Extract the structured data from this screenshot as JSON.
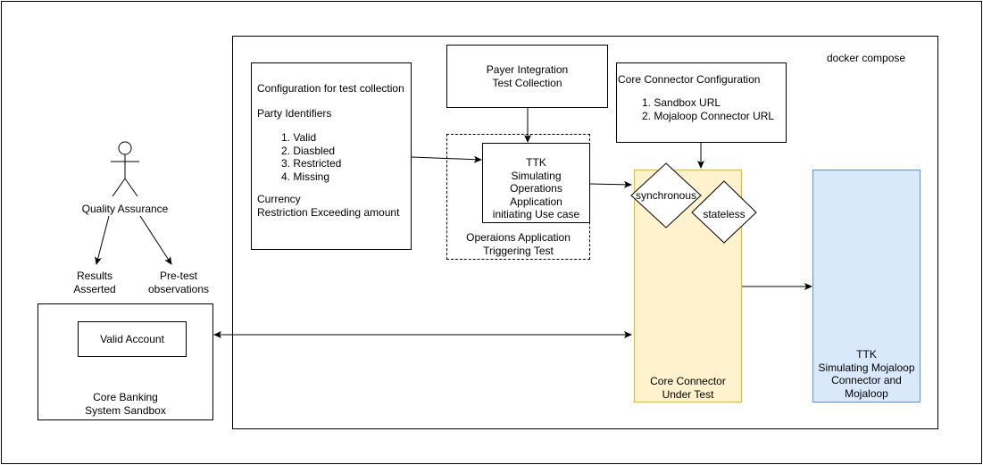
{
  "outer_frame": {
    "label": ""
  },
  "docker": {
    "label": "docker compose"
  },
  "actor": {
    "label": "Quality Assurance"
  },
  "results": {
    "line1": "Results",
    "line2": "Asserted"
  },
  "pretest": {
    "line1": "Pre-test",
    "line2": "observations"
  },
  "core_banking": {
    "line1": "Core Banking",
    "line2": "System Sandbox",
    "account": "Valid Account"
  },
  "config": {
    "title": "Configuration for test collection",
    "party_heading": "Party Identifiers",
    "party_items": [
      "1. Valid",
      "2. Diasbled",
      "3. Restricted",
      "4. Missing"
    ],
    "currency": "Currency",
    "restriction": "Restriction Exceeding amount"
  },
  "payer": {
    "line1": "Payer Integration",
    "line2": "Test Collection"
  },
  "ops_app": {
    "line1": "Operaions Application",
    "line2": "Triggering Test"
  },
  "ttk_sim": {
    "line1": "TTK",
    "line2": "Simulating",
    "line3": "Operations",
    "line4": "Application",
    "line5": "initiating Use case"
  },
  "cc_config": {
    "title": "Core Connector Configuration",
    "items": [
      "1. Sandbox URL",
      "2. Mojaloop Connector URL"
    ]
  },
  "core_connector": {
    "line1": "Core Connector",
    "line2": "Under Test",
    "fill": "#fff2cc",
    "stroke": "#d6b656"
  },
  "synchronous": {
    "label": "synchronous"
  },
  "stateless": {
    "label": "stateless"
  },
  "ttk_mojaloop": {
    "line1": "TTK",
    "line2": "Simulating Mojaloop",
    "line3": "Connector and",
    "line4": "Mojaloop",
    "fill": "#dae8fc",
    "stroke": "#6c8ebf"
  }
}
